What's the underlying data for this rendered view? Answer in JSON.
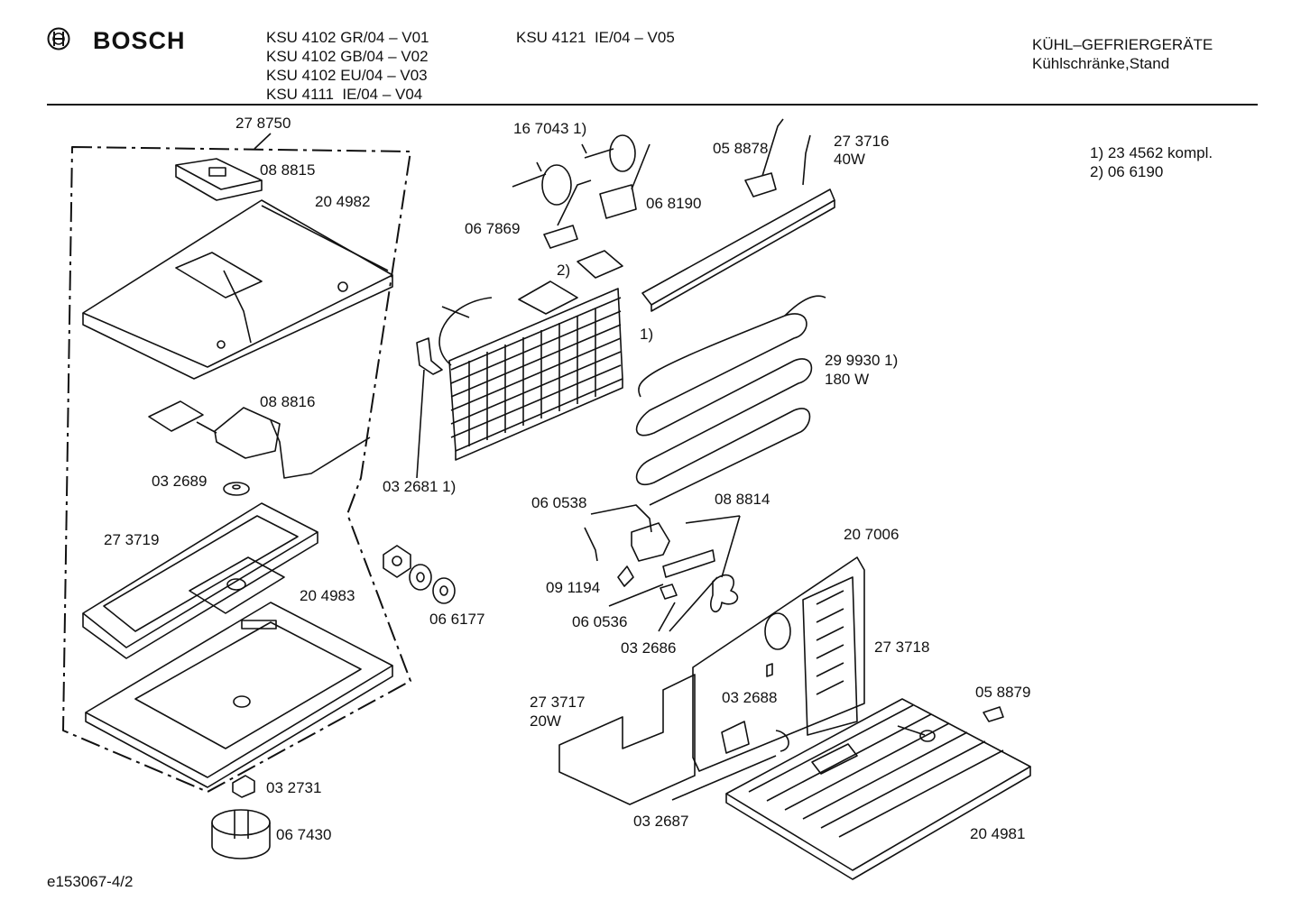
{
  "header": {
    "brand": "BOSCH",
    "models_left": [
      "KSU 4102 GR/04 – V01",
      "KSU 4102 GB/04 – V02",
      "KSU 4102 EU/04 – V03",
      "KSU 4111  IE/04 – V04"
    ],
    "models_right": [
      "KSU 4121  IE/04 – V05"
    ],
    "category_line1": "KÜHL–GEFRIERGERÄTE",
    "category_line2": "Kühlschränke,Stand"
  },
  "footnotes": [
    "1) 23 4562 kompl.",
    "2) 06 6190"
  ],
  "parts": [
    {
      "label": "27 8750"
    },
    {
      "label": "08 8815"
    },
    {
      "label": "20 4982"
    },
    {
      "label": "08 8816"
    },
    {
      "label": "03 2689"
    },
    {
      "label": "27 3719"
    },
    {
      "label": "20 4983"
    },
    {
      "label": "03 2731"
    },
    {
      "label": "06 7430"
    },
    {
      "label": "16 7043 1)"
    },
    {
      "label": "06 7869"
    },
    {
      "label": "06 8190"
    },
    {
      "label": "2)"
    },
    {
      "label": "1)"
    },
    {
      "label": "03 2681 1)"
    },
    {
      "label": "06 6177"
    },
    {
      "label": "05 8878"
    },
    {
      "label": "27 3716"
    },
    {
      "label": "40W"
    },
    {
      "label": "29 9930 1)"
    },
    {
      "label": "180 W"
    },
    {
      "label": "06 0538"
    },
    {
      "label": "08 8814"
    },
    {
      "label": "09 1194"
    },
    {
      "label": "06 0536"
    },
    {
      "label": "03 2686"
    },
    {
      "label": "20 7006"
    },
    {
      "label": "27 3718"
    },
    {
      "label": "27 3717"
    },
    {
      "label": "20W"
    },
    {
      "label": "03 2688"
    },
    {
      "label": "03 2687"
    },
    {
      "label": "05 8879"
    },
    {
      "label": "20 4981"
    }
  ],
  "footer_code": "e153067-4/2"
}
